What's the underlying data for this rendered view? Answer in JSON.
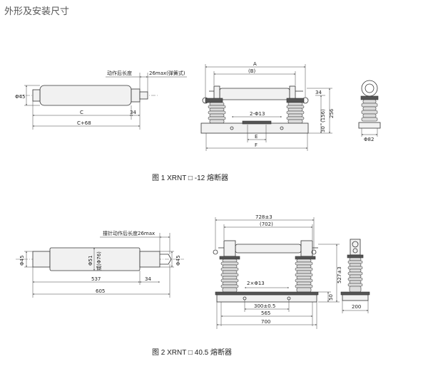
{
  "title": "外形及安装尺寸",
  "fig1": {
    "caption": "图 1 XRNT □ -12 熔断器",
    "left": {
      "dia": "Φ45",
      "travel": "动作后长度",
      "stroke": "26max(弹簧式)",
      "c": "C",
      "c_plus": "C+68",
      "n34": "34"
    },
    "front": {
      "a": "A",
      "b": "(B)",
      "holes": "2-Φ13",
      "e": "E",
      "f": "F",
      "n256": "256",
      "n156": "(156)",
      "n30": "30",
      "n34": "34"
    },
    "side": {
      "dia": "Φ82"
    }
  },
  "fig2": {
    "caption": "图 2 XRNT □ 40.5 熔断器",
    "left": {
      "dia45a": "Φ45",
      "dia45b": "Φ45",
      "d51": "Φ51",
      "d76": "或(Φ76)",
      "travel": "撞针动作后长度26max",
      "n537": "537",
      "n34": "34",
      "n605": "605"
    },
    "front": {
      "n728": "728±3",
      "n702": "(702)",
      "holes": "2×Φ13",
      "n300": "300±0.5",
      "n565": "565",
      "n700": "700",
      "n527": "527±3",
      "n50": "50"
    },
    "side": {
      "n200": "200"
    }
  }
}
